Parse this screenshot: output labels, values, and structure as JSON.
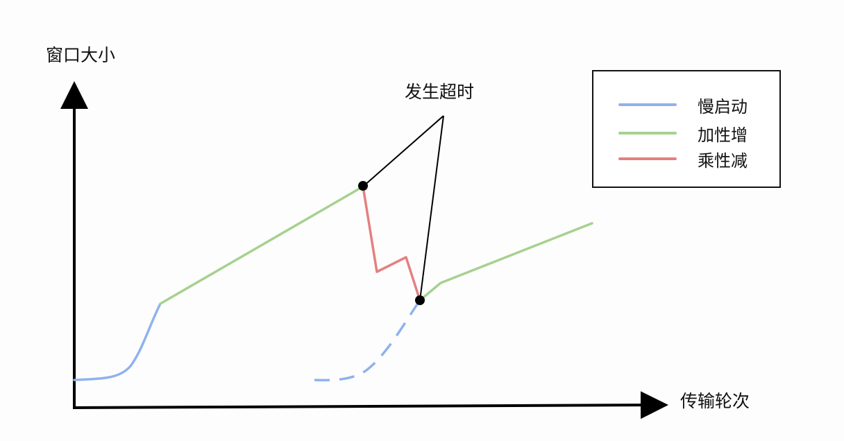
{
  "axes": {
    "y_label": "窗口大小",
    "x_label": "传输轮次"
  },
  "annotation": {
    "label": "发生超时"
  },
  "colors": {
    "slow_start": "#8fb2ee",
    "additive_increase": "#a6d18f",
    "multiplicative_decrease": "#e57f7f",
    "axis": "#000000"
  },
  "legend": [
    {
      "label": "慢启动",
      "color": "#8fb2ee"
    },
    {
      "label": "加性增",
      "color": "#a6d18f"
    },
    {
      "label": "乘性减",
      "color": "#e57f7f"
    }
  ]
}
